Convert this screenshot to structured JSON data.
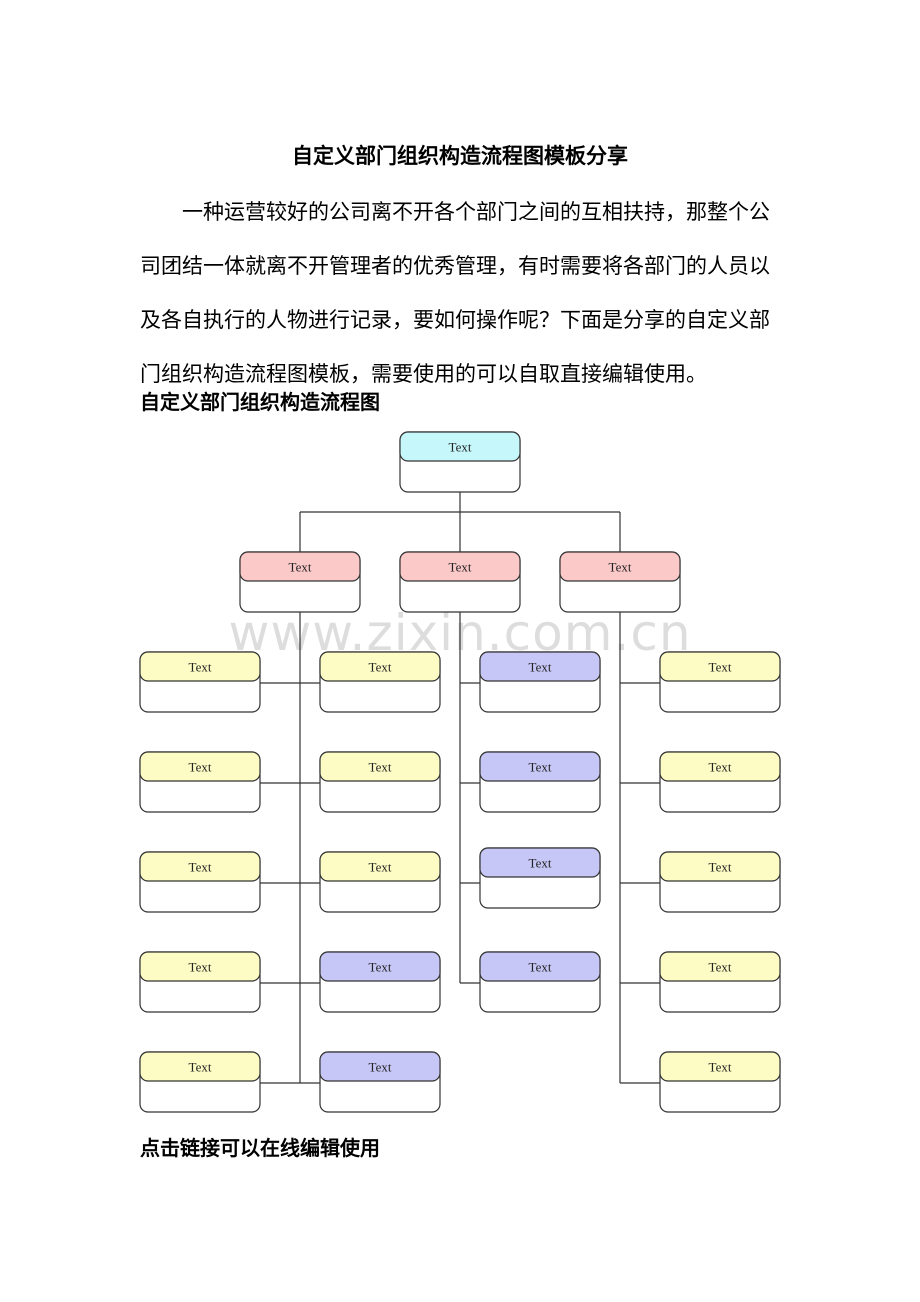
{
  "document": {
    "title": "自定义部门组织构造流程图模板分享",
    "paragraph": "一种运营较好的公司离不开各个部门之间的互相扶持，那整个公司团结一体就离不开管理者的优秀管理，有时需要将各部门的人员以及各自执行的人物进行记录，要如何操作呢？下面是分享的自定义部门组织构造流程图模板，需要使用的可以自取直接编辑使用。",
    "subheading": "自定义部门组织构造流程图",
    "footer_heading": "点击链接可以在线编辑使用",
    "watermark": "www.zixin.com.cn"
  },
  "colors": {
    "cyan": "#c6f7fb",
    "pink": "#fcc9c9",
    "yellow": "#fcfcc4",
    "purple": "#c7c7f7",
    "border": "#333333",
    "line": "#333333"
  },
  "org_chart": {
    "root": {
      "label": "Text",
      "color": "cyan"
    },
    "departments": [
      {
        "label": "Text",
        "color": "pink",
        "left": [
          {
            "label": "Text",
            "color": "yellow"
          },
          {
            "label": "Text",
            "color": "yellow"
          },
          {
            "label": "Text",
            "color": "yellow"
          },
          {
            "label": "Text",
            "color": "yellow"
          },
          {
            "label": "Text",
            "color": "yellow"
          }
        ],
        "right": [
          {
            "label": "Text",
            "color": "yellow"
          },
          {
            "label": "Text",
            "color": "yellow"
          },
          {
            "label": "Text",
            "color": "yellow"
          },
          {
            "label": "Text",
            "color": "purple"
          },
          {
            "label": "Text",
            "color": "purple"
          }
        ]
      },
      {
        "label": "Text",
        "color": "pink",
        "left": [],
        "right": [
          {
            "label": "Text",
            "color": "purple"
          },
          {
            "label": "Text",
            "color": "purple"
          },
          {
            "label": "Text",
            "color": "purple"
          },
          {
            "label": "Text",
            "color": "purple"
          }
        ]
      },
      {
        "label": "Text",
        "color": "pink",
        "left": [],
        "right": [
          {
            "label": "Text",
            "color": "yellow"
          },
          {
            "label": "Text",
            "color": "yellow"
          },
          {
            "label": "Text",
            "color": "yellow"
          },
          {
            "label": "Text",
            "color": "yellow"
          },
          {
            "label": "Text",
            "color": "yellow"
          }
        ]
      }
    ]
  }
}
